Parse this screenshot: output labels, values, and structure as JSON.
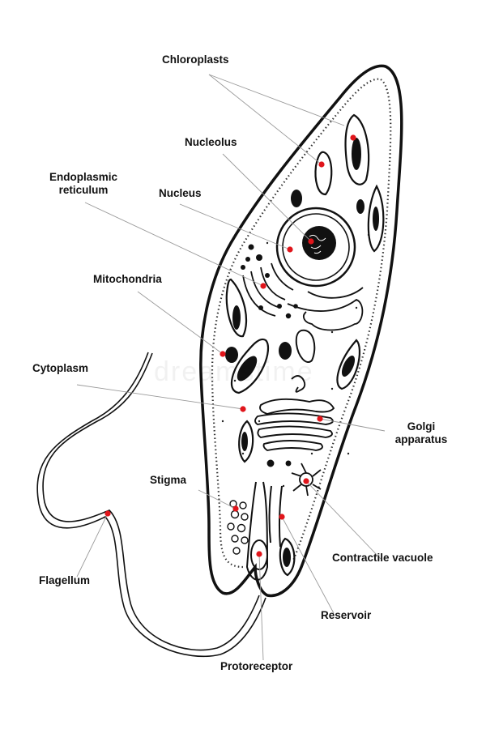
{
  "labels": {
    "chloroplasts": "Chloroplasts",
    "nucleolus": "Nucleolus",
    "endoplasmic_reticulum": [
      "Endoplasmic",
      "reticulum"
    ],
    "nucleus": "Nucleus",
    "mitochondria": "Mitochondria",
    "cytoplasm": "Cytoplasm",
    "golgi_apparatus": [
      "Golgi",
      "apparatus"
    ],
    "stigma": "Stigma",
    "contractile_vacuole": "Contractile vacuole",
    "flagellum": "Flagellum",
    "reservoir": "Reservoir",
    "photoreceptor": "Protoreceptor"
  },
  "watermark": "dreamstime",
  "colors": {
    "ink": "#111111",
    "marker": "#e0151b",
    "leader": "#9a9a9a",
    "background": "#ffffff"
  }
}
